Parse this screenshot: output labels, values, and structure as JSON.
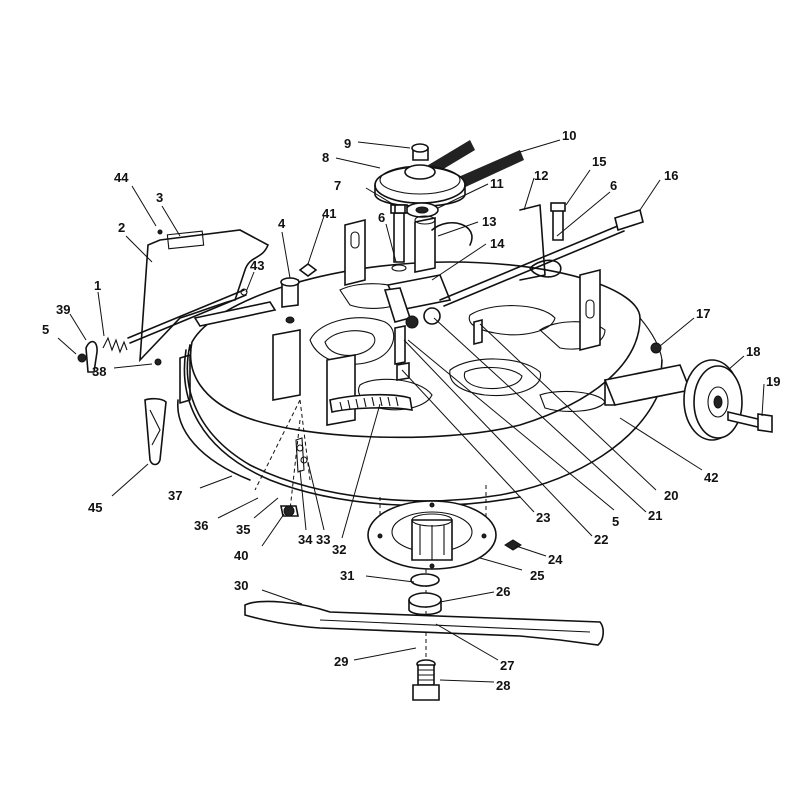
{
  "callouts": [
    {
      "id": "1",
      "label": "1"
    },
    {
      "id": "2",
      "label": "2"
    },
    {
      "id": "3",
      "label": "3"
    },
    {
      "id": "4",
      "label": "4"
    },
    {
      "id": "5a",
      "label": "5"
    },
    {
      "id": "5b",
      "label": "5"
    },
    {
      "id": "6a",
      "label": "6"
    },
    {
      "id": "6b",
      "label": "6"
    },
    {
      "id": "7",
      "label": "7"
    },
    {
      "id": "8",
      "label": "8"
    },
    {
      "id": "9",
      "label": "9"
    },
    {
      "id": "10",
      "label": "10"
    },
    {
      "id": "11",
      "label": "11"
    },
    {
      "id": "12",
      "label": "12"
    },
    {
      "id": "13",
      "label": "13"
    },
    {
      "id": "14",
      "label": "14"
    },
    {
      "id": "15",
      "label": "15"
    },
    {
      "id": "16",
      "label": "16"
    },
    {
      "id": "17",
      "label": "17"
    },
    {
      "id": "18",
      "label": "18"
    },
    {
      "id": "19",
      "label": "19"
    },
    {
      "id": "20",
      "label": "20"
    },
    {
      "id": "21",
      "label": "21"
    },
    {
      "id": "22",
      "label": "22"
    },
    {
      "id": "23",
      "label": "23"
    },
    {
      "id": "24",
      "label": "24"
    },
    {
      "id": "25",
      "label": "25"
    },
    {
      "id": "26",
      "label": "26"
    },
    {
      "id": "27",
      "label": "27"
    },
    {
      "id": "28",
      "label": "28"
    },
    {
      "id": "29",
      "label": "29"
    },
    {
      "id": "30",
      "label": "30"
    },
    {
      "id": "31",
      "label": "31"
    },
    {
      "id": "32",
      "label": "32"
    },
    {
      "id": "33",
      "label": "33"
    },
    {
      "id": "34",
      "label": "34"
    },
    {
      "id": "35",
      "label": "35"
    },
    {
      "id": "36",
      "label": "36"
    },
    {
      "id": "37",
      "label": "37"
    },
    {
      "id": "38",
      "label": "38"
    },
    {
      "id": "39",
      "label": "39"
    },
    {
      "id": "40",
      "label": "40"
    },
    {
      "id": "41",
      "label": "41"
    },
    {
      "id": "42",
      "label": "42"
    },
    {
      "id": "43",
      "label": "43"
    },
    {
      "id": "44",
      "label": "44"
    },
    {
      "id": "45",
      "label": "45"
    }
  ]
}
